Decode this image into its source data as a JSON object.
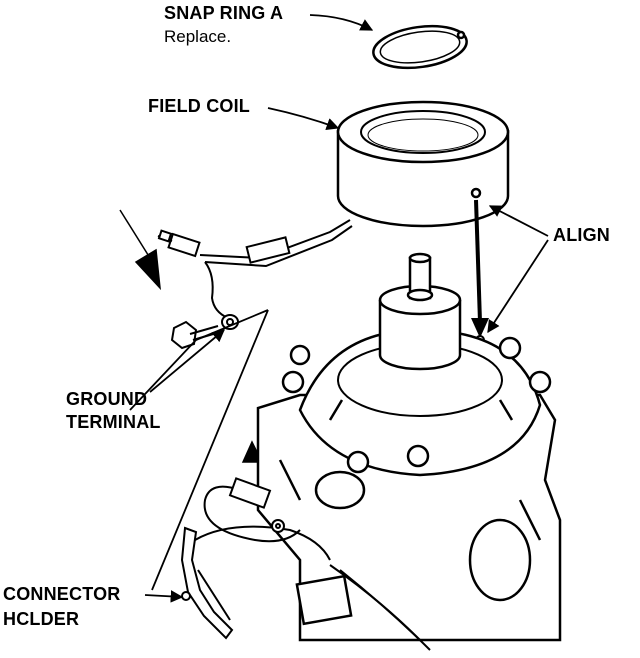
{
  "labels": {
    "snap_ring": "SNAP RING A",
    "snap_ring_note": "Replace.",
    "field_coil": "FIELD COIL",
    "align": "ALIGN",
    "ground_line1": "GROUND",
    "ground_line2": "TERMINAL",
    "connector_line1": "CONNECTOR",
    "connector_line2": "HCLDER"
  },
  "colors": {
    "ink": "#000000",
    "paper": "#ffffff"
  }
}
